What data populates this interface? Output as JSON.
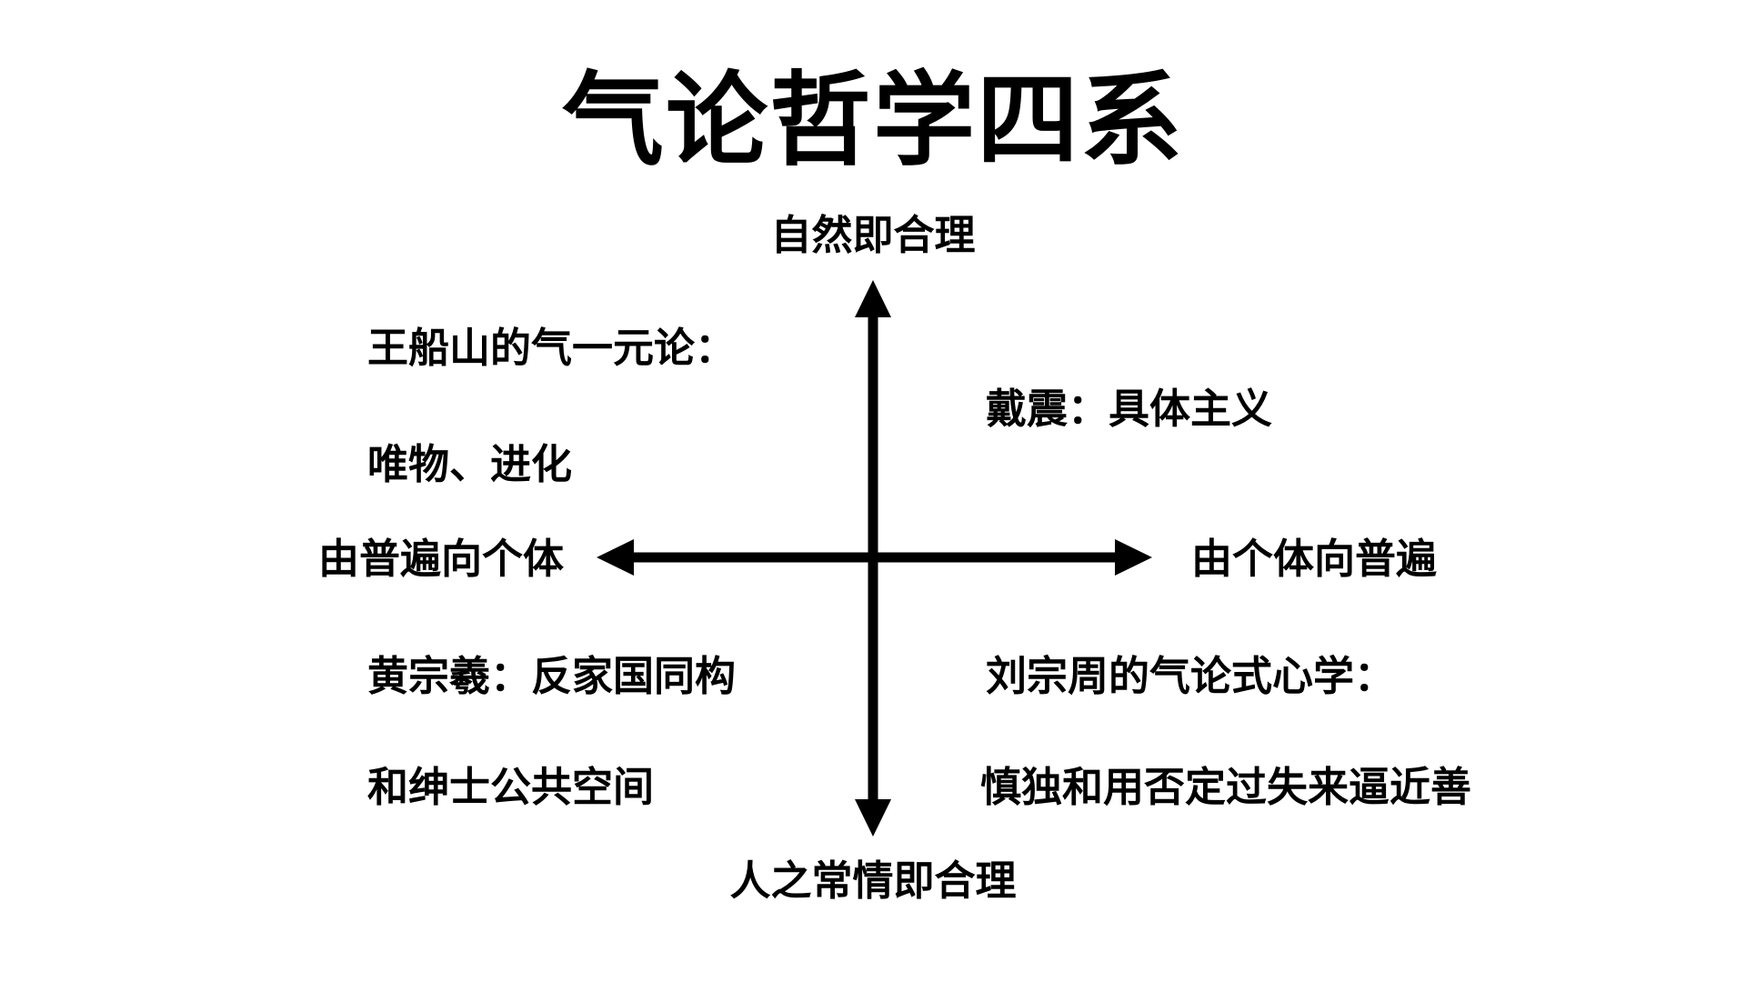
{
  "title": "气论哲学四系",
  "axes": {
    "top_label": "自然即合理",
    "bottom_label": "人之常情即合理",
    "left_label": "由普遍向个体",
    "right_label": "由个体向普遍",
    "color": "#000000"
  },
  "quadrants": {
    "top_left": {
      "line1": "王船山的气一元论：",
      "line2": "唯物、进化"
    },
    "top_right": {
      "line1": "戴震：具体主义"
    },
    "bottom_left": {
      "line1": "黄宗羲：反家国同构",
      "line2": "和绅士公共空间"
    },
    "bottom_right": {
      "line1": "刘宗周的气论式心学：",
      "line2": "慎独和用否定过失来逼近善"
    }
  },
  "colors": {
    "background": "#ffffff",
    "text": "#000000"
  }
}
